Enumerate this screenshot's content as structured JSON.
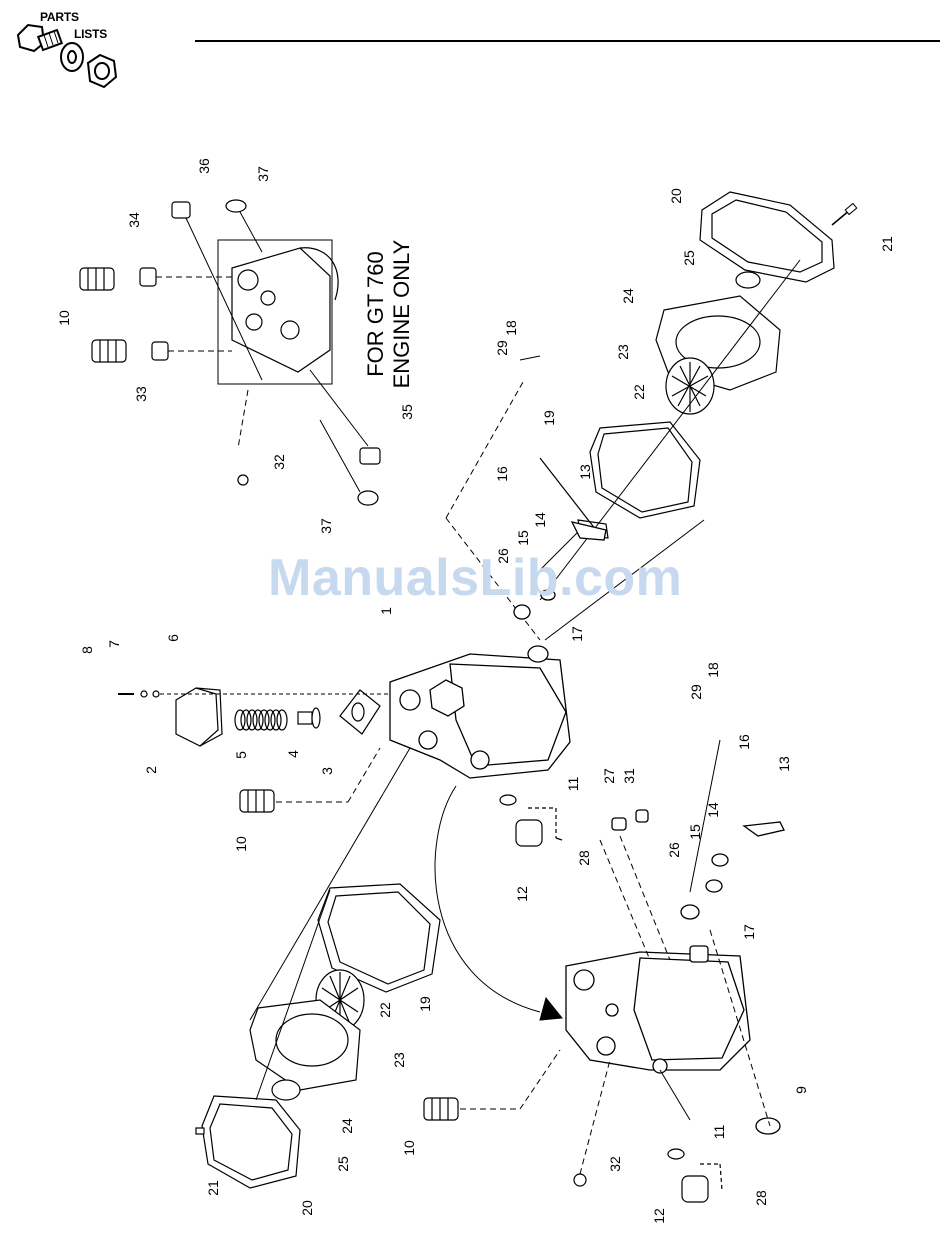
{
  "header": {
    "logo_line1": "PARTS",
    "logo_line2": "LISTS",
    "icon": "bolt-washer-nut-icon"
  },
  "watermark": "ManualsLib.com",
  "note": {
    "line1": "FOR GT 760",
    "line2": "ENGINE ONLY"
  },
  "callouts": [
    {
      "id": "c36a",
      "text": "36"
    },
    {
      "id": "c37a",
      "text": "37"
    },
    {
      "id": "c34",
      "text": "34"
    },
    {
      "id": "c10a",
      "text": "10"
    },
    {
      "id": "c33",
      "text": "33"
    },
    {
      "id": "c32a",
      "text": "32"
    },
    {
      "id": "c37b",
      "text": "37"
    },
    {
      "id": "c35",
      "text": "35"
    },
    {
      "id": "c20a",
      "text": "20"
    },
    {
      "id": "c21a",
      "text": "21"
    },
    {
      "id": "c25a",
      "text": "25"
    },
    {
      "id": "c24a",
      "text": "24"
    },
    {
      "id": "c23a",
      "text": "23"
    },
    {
      "id": "c22a",
      "text": "22"
    },
    {
      "id": "c29a",
      "text": "29"
    },
    {
      "id": "c18a",
      "text": "18"
    },
    {
      "id": "c19a",
      "text": "19"
    },
    {
      "id": "c16a",
      "text": "16"
    },
    {
      "id": "c13a",
      "text": "13"
    },
    {
      "id": "c26a",
      "text": "26"
    },
    {
      "id": "c15a",
      "text": "15"
    },
    {
      "id": "c14a",
      "text": "14"
    },
    {
      "id": "c1",
      "text": "1"
    },
    {
      "id": "c17a",
      "text": "17"
    },
    {
      "id": "c8",
      "text": "8"
    },
    {
      "id": "c7",
      "text": "7"
    },
    {
      "id": "c6",
      "text": "6"
    },
    {
      "id": "c2",
      "text": "2"
    },
    {
      "id": "c5",
      "text": "5"
    },
    {
      "id": "c4",
      "text": "4"
    },
    {
      "id": "c3",
      "text": "3"
    },
    {
      "id": "c10b",
      "text": "10"
    },
    {
      "id": "c11a",
      "text": "11"
    },
    {
      "id": "c28a",
      "text": "28"
    },
    {
      "id": "c12a",
      "text": "12"
    },
    {
      "id": "c27",
      "text": "27"
    },
    {
      "id": "c31",
      "text": "31"
    },
    {
      "id": "c29b",
      "text": "29"
    },
    {
      "id": "c18b",
      "text": "18"
    },
    {
      "id": "c16b",
      "text": "16"
    },
    {
      "id": "c13b",
      "text": "13"
    },
    {
      "id": "c14b",
      "text": "14"
    },
    {
      "id": "c15b",
      "text": "15"
    },
    {
      "id": "c26b",
      "text": "26"
    },
    {
      "id": "c17b",
      "text": "17"
    },
    {
      "id": "c19b",
      "text": "19"
    },
    {
      "id": "c22b",
      "text": "22"
    },
    {
      "id": "c23b",
      "text": "23"
    },
    {
      "id": "c24b",
      "text": "24"
    },
    {
      "id": "c25b",
      "text": "25"
    },
    {
      "id": "c21b",
      "text": "21"
    },
    {
      "id": "c20b",
      "text": "20"
    },
    {
      "id": "c10c",
      "text": "10"
    },
    {
      "id": "c9",
      "text": "9"
    },
    {
      "id": "c11b",
      "text": "11"
    },
    {
      "id": "c32b",
      "text": "32"
    },
    {
      "id": "c12b",
      "text": "12"
    },
    {
      "id": "c28b",
      "text": "28"
    }
  ]
}
